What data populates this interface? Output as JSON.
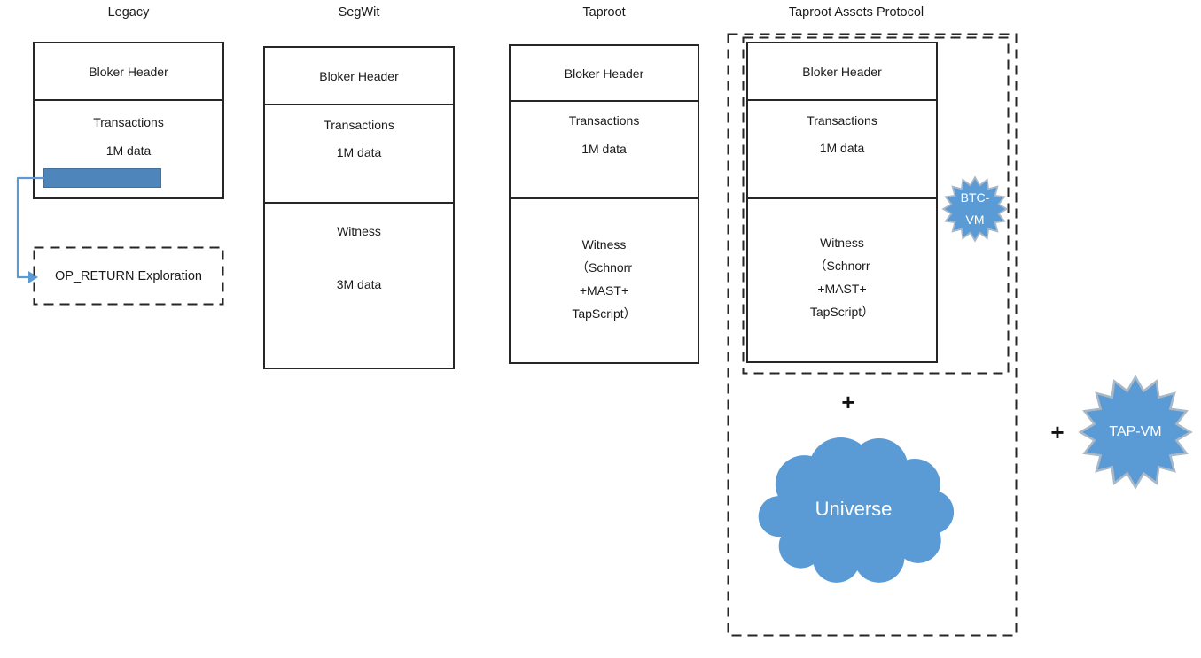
{
  "colors": {
    "accent_blue": "#5b9bd5",
    "bar_blue": "#4e86bc",
    "bar_border_blue": "#41719c",
    "arrow_blue": "#5b9bd5",
    "box_border": "#262626",
    "text": "#1a1a1a",
    "star_text": "#ffffff"
  },
  "legacy": {
    "title": "Legacy",
    "block_header": "Bloker Header",
    "transactions": "Transactions",
    "tx_size": "1M data",
    "op_return": "OP_RETURN Exploration"
  },
  "segwit": {
    "title": "SegWit",
    "block_header": "Bloker Header",
    "transactions": "Transactions",
    "tx_size": "1M data",
    "witness": "Witness",
    "witness_size": "3M data"
  },
  "taproot": {
    "title": "Taproot",
    "block_header": "Bloker Header",
    "transactions": "Transactions",
    "tx_size": "1M data",
    "witness_lines": [
      "Witness",
      "（Schnorr",
      "+MAST+",
      "TapScript）"
    ]
  },
  "taproot_assets": {
    "title": "Taproot Assets Protocol",
    "block_header": "Bloker Header",
    "transactions": "Transactions",
    "tx_size": "1M data",
    "witness_lines": [
      "Witness",
      "（Schnorr",
      "+MAST+",
      "TapScript）"
    ],
    "btc_vm_lines": [
      "BTC-",
      "VM"
    ],
    "plus": "+",
    "universe": "Universe"
  },
  "tap_vm": {
    "plus": "+",
    "label": "TAP-VM"
  }
}
